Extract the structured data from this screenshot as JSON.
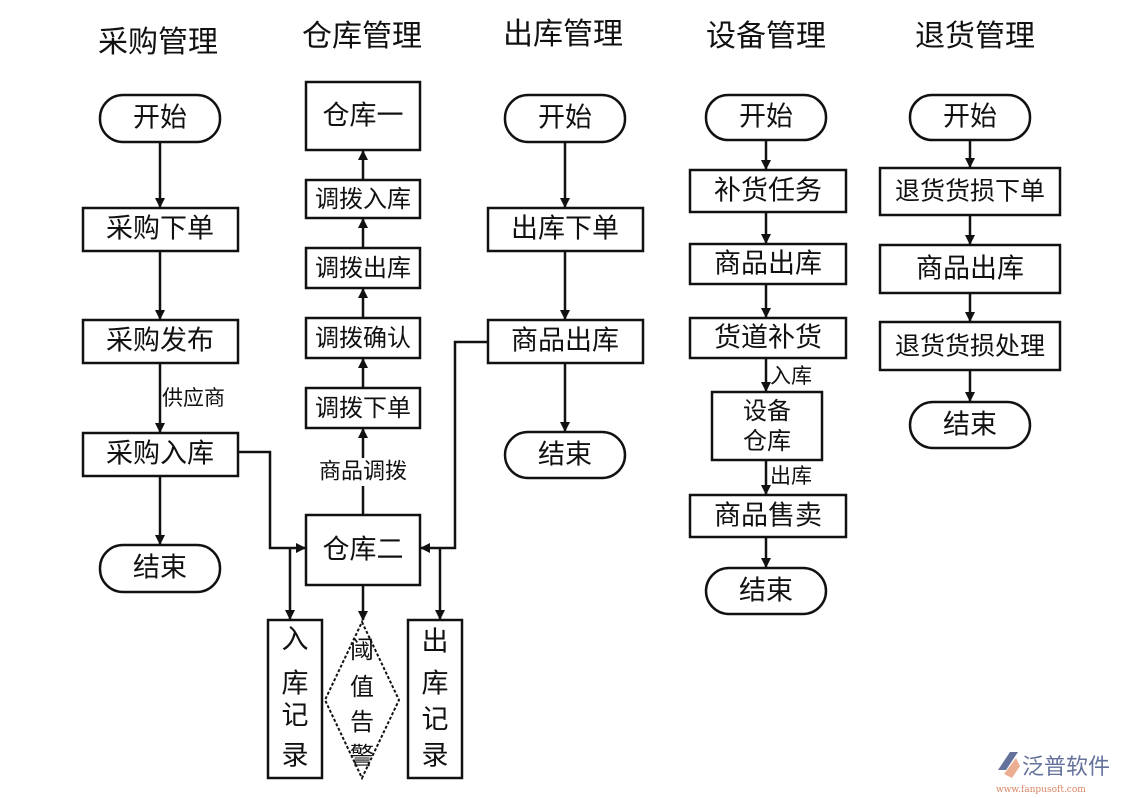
{
  "headers": [
    "采购管理",
    "仓库管理",
    "出库管理",
    "设备管理",
    "退货管理"
  ],
  "purchase": {
    "start": "开始",
    "order": "采购下单",
    "publish": "采购发布",
    "supplier_label": "供应商",
    "inbound": "采购入库",
    "end": "结束"
  },
  "warehouse": {
    "wh1": "仓库一",
    "transfer_in": "调拨入库",
    "transfer_out": "调拨出库",
    "transfer_confirm": "调拨确认",
    "transfer_order": "调拨下单",
    "transfer_label": "商品调拨",
    "wh2": "仓库二",
    "in_record": [
      "入",
      "库",
      "记",
      "录"
    ],
    "alarm": [
      "阈",
      "值",
      "告",
      "警"
    ],
    "out_record": [
      "出",
      "库",
      "记",
      "录"
    ]
  },
  "outbound": {
    "start": "开始",
    "order": "出库下单",
    "goods_out": "商品出库",
    "end": "结束"
  },
  "device": {
    "start": "开始",
    "task": "补货任务",
    "goods_out": "商品出库",
    "restock": "货道补货",
    "in_label": "入库",
    "device_wh": [
      "设备",
      "仓库"
    ],
    "out_label": "出库",
    "sale": "商品售卖",
    "end": "结束"
  },
  "returns": {
    "start": "开始",
    "order": "退货货损下单",
    "goods_out": "商品出库",
    "process": "退货货损处理",
    "end": "结束"
  },
  "watermark": {
    "brand": "泛普软件",
    "url": "www.fanpusoft.com",
    "colors": {
      "brand": "#4a5a8a",
      "url": "#d4704a",
      "logo_accent": "#e8a080"
    }
  }
}
